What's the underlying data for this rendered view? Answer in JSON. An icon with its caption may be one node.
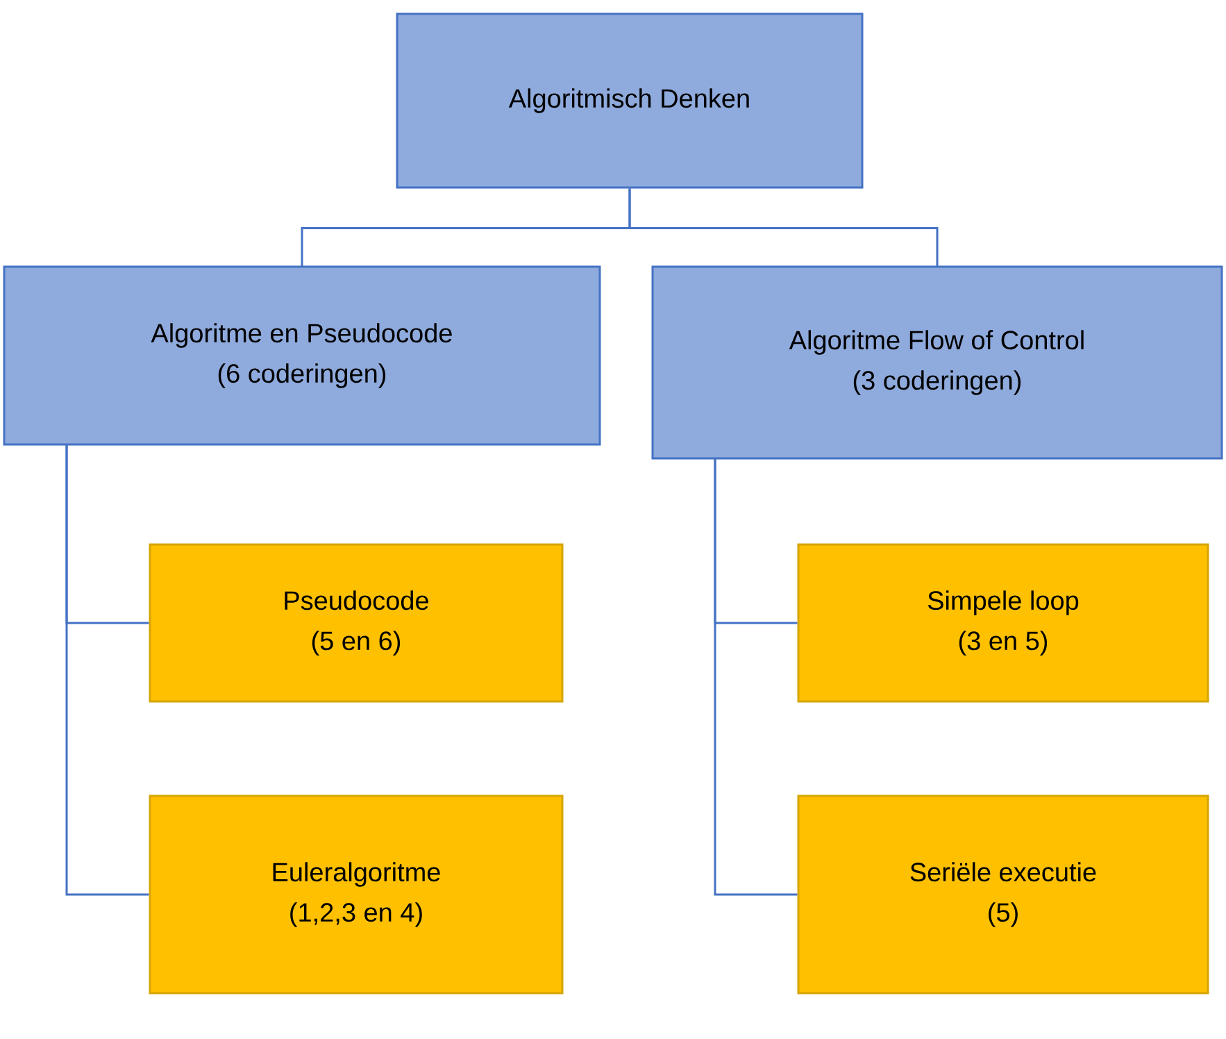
{
  "diagram": {
    "nodes": [
      {
        "text": [
          "Algoritmisch Denken"
        ]
      },
      {
        "text": [
          "Algoritme en Pseudocode",
          "(6 coderingen)"
        ]
      },
      {
        "text": [
          "Algoritme Flow of Control",
          "(3 coderingen)"
        ]
      },
      {
        "text": [
          "Pseudocode",
          "(5 en 6)"
        ]
      },
      {
        "text": [
          "Euleralgoritme",
          "(1,2,3 en 4)"
        ]
      },
      {
        "text": [
          "Simpele loop",
          "(3 en 5)"
        ]
      },
      {
        "text": [
          "Seriële executie",
          "(5)"
        ]
      }
    ],
    "edges": [
      {
        "from": 0,
        "to": 1,
        "arrow": "none"
      },
      {
        "from": 0,
        "to": 2,
        "arrow": "none"
      },
      {
        "from": 1,
        "to": 3,
        "arrow": "none"
      },
      {
        "from": 1,
        "to": 4,
        "arrow": "none"
      },
      {
        "from": 2,
        "to": 5,
        "arrow": "none"
      },
      {
        "from": 2,
        "to": 6,
        "arrow": "none"
      }
    ]
  }
}
